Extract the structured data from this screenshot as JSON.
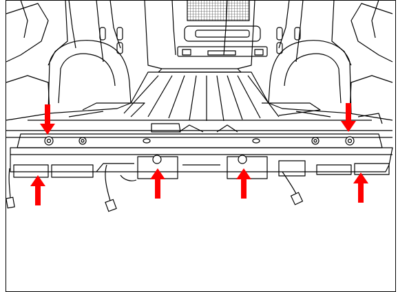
{
  "figure": {
    "kind": "line-art installation diagram",
    "line_color": "#000000",
    "background": "#ffffff",
    "arrow_color": "#ff0000",
    "icons": [
      "cargo-area-line-art",
      "rear-bumper-reinforcement",
      "fastener-bolt",
      "sensor-harness",
      "electrical-connector",
      "red-arrow"
    ]
  },
  "arrows": [
    {
      "id": "upper-left",
      "direction": "down"
    },
    {
      "id": "upper-right",
      "direction": "down"
    },
    {
      "id": "lower-left",
      "direction": "up"
    },
    {
      "id": "lower-center-left",
      "direction": "up"
    },
    {
      "id": "lower-center-right",
      "direction": "up"
    },
    {
      "id": "lower-right",
      "direction": "up"
    }
  ]
}
